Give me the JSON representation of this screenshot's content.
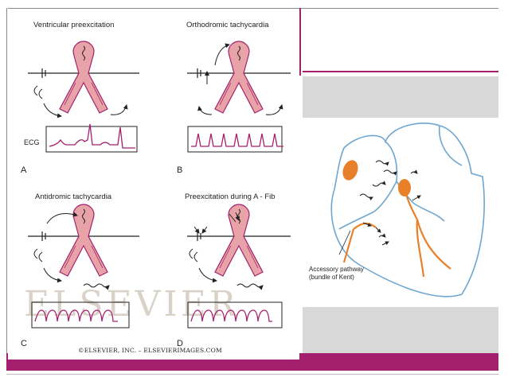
{
  "panels": {
    "a": {
      "title": "Ventricular preexcitation",
      "letter": "A",
      "ecg_label": "ECG"
    },
    "b": {
      "title": "Orthodromic tachycardia",
      "letter": "B"
    },
    "c": {
      "title": "Antidromic tachycardia",
      "letter": "C"
    },
    "d": {
      "title": "Preexcitation during A - Fib",
      "letter": "D"
    }
  },
  "copyright": "©ELSEVIER, INC. – ELSEVIERIMAGES.COM",
  "watermark": "ELSEVIER",
  "heart": {
    "label_line1": "Accessory pathway",
    "label_line2": "(bundle of Kent)"
  },
  "colors": {
    "accent": "#a4206e",
    "grey_box": "#d8d8d8",
    "ecg_trace": "#a4206e",
    "pathway_fill": "#e8a3a8",
    "heart_outline": "#6ea6cf",
    "conduction_orange": "#e8802a"
  }
}
